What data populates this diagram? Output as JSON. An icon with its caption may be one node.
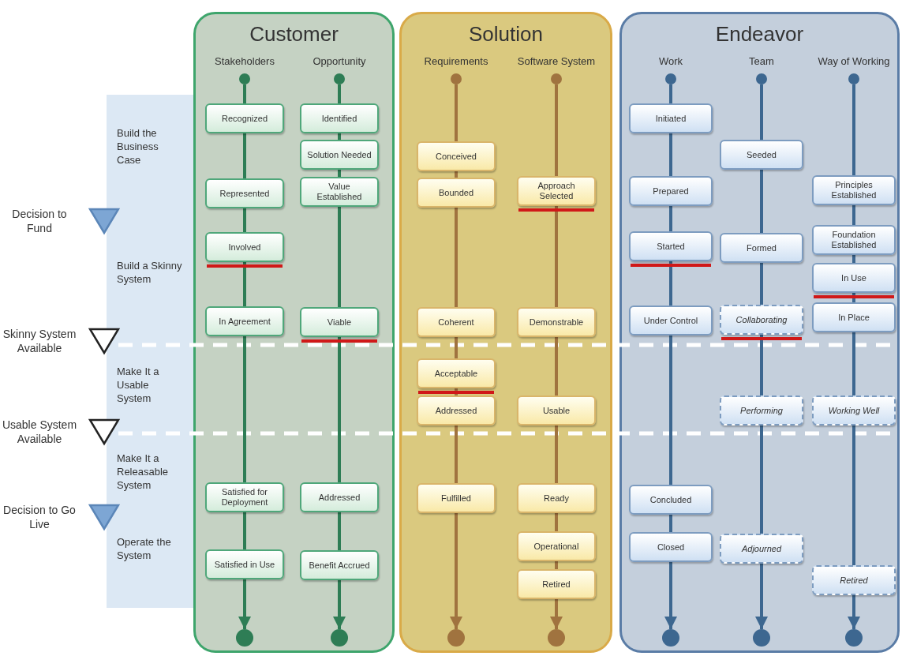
{
  "diagram": {
    "nodes": [
      {
        "text": [
          "Customer"
        ]
      },
      {
        "text": [
          "Solution"
        ]
      },
      {
        "text": [
          "Endeavor"
        ]
      },
      {
        "text": [],
        "shape": "circle",
        "in": 0,
        "beside": [
          "Stakeholders"
        ]
      },
      {
        "text": [
          "Recognized"
        ],
        "in": 0
      },
      {
        "text": [
          "Represented"
        ],
        "in": 0
      },
      {
        "text": [
          "Involved"
        ],
        "in": 0
      },
      {
        "text": [
          "In Agreement"
        ],
        "in": 0
      },
      {
        "text": [
          "Satisfied for Deployment"
        ],
        "in": 0
      },
      {
        "text": [
          "Satisfied in Use"
        ],
        "in": 0
      },
      {
        "text": [],
        "shape": "circle",
        "in": 0
      },
      {
        "text": [],
        "shape": "circle",
        "in": 0,
        "beside": [
          "Opportunity"
        ]
      },
      {
        "text": [
          "Identified"
        ],
        "in": 0
      },
      {
        "text": [
          "Solution Needed"
        ],
        "in": 0
      },
      {
        "text": [
          "Value Established"
        ],
        "in": 0
      },
      {
        "text": [
          "Viable"
        ],
        "in": 0
      },
      {
        "text": [
          "Addressed"
        ],
        "in": 0
      },
      {
        "text": [
          "Benefit Accrued"
        ],
        "in": 0
      },
      {
        "text": [],
        "shape": "circle",
        "in": 0
      },
      {
        "text": [],
        "shape": "circle",
        "in": 1,
        "beside": [
          "Requirements"
        ]
      },
      {
        "text": [
          "Conceived"
        ],
        "in": 1
      },
      {
        "text": [
          "Bounded"
        ],
        "in": 1
      },
      {
        "text": [
          "Coherent"
        ],
        "in": 1
      },
      {
        "text": [
          "Acceptable"
        ],
        "in": 1
      },
      {
        "text": [
          "Addressed"
        ],
        "in": 1
      },
      {
        "text": [
          "Fulfilled"
        ],
        "in": 1
      },
      {
        "text": [],
        "shape": "circle",
        "in": 1
      },
      {
        "text": [],
        "shape": "circle",
        "in": 1,
        "beside": [
          "Software System"
        ]
      },
      {
        "text": [
          "Approach Selected"
        ],
        "in": 1
      },
      {
        "text": [
          "Demonstrable"
        ],
        "in": 1
      },
      {
        "text": [
          "Usable"
        ],
        "in": 1
      },
      {
        "text": [
          "Ready"
        ],
        "in": 1
      },
      {
        "text": [
          "Operational"
        ],
        "in": 1
      },
      {
        "text": [
          "Retired"
        ],
        "in": 1
      },
      {
        "text": [],
        "shape": "circle",
        "in": 1
      },
      {
        "text": [],
        "shape": "circle",
        "in": 2,
        "beside": [
          "Work"
        ]
      },
      {
        "text": [
          "Initiated"
        ],
        "in": 2
      },
      {
        "text": [
          "Prepared"
        ],
        "in": 2
      },
      {
        "text": [
          "Started"
        ],
        "in": 2
      },
      {
        "text": [
          "Under Control"
        ],
        "in": 2
      },
      {
        "text": [
          "Concluded"
        ],
        "in": 2
      },
      {
        "text": [
          "Closed"
        ],
        "in": 2
      },
      {
        "text": [],
        "shape": "circle",
        "in": 2
      },
      {
        "text": [],
        "shape": "circle",
        "in": 2,
        "beside": [
          "Team"
        ]
      },
      {
        "text": [
          "Seeded"
        ],
        "in": 2
      },
      {
        "text": [
          "Formed"
        ],
        "in": 2
      },
      {
        "text": [
          "Collaborating"
        ],
        "in": 2
      },
      {
        "text": [
          "Performing"
        ],
        "in": 2
      },
      {
        "text": [
          "Adjourned"
        ],
        "in": 2
      },
      {
        "text": [],
        "shape": "circle",
        "in": 2
      },
      {
        "text": [],
        "shape": "circle",
        "in": 2,
        "beside": [
          "Way of Working"
        ]
      },
      {
        "text": [
          "Principles Established"
        ],
        "in": 2
      },
      {
        "text": [
          "Foundation Established"
        ],
        "in": 2
      },
      {
        "text": [
          "In Use"
        ],
        "in": 2
      },
      {
        "text": [
          "In Place"
        ],
        "in": 2
      },
      {
        "text": [
          "Working Well"
        ],
        "in": 2
      },
      {
        "text": [
          "Retired"
        ],
        "in": 2
      },
      {
        "text": [],
        "shape": "circle",
        "in": 2
      },
      {
        "text": [],
        "shape": "triangle",
        "beside": [
          "Decision to Fund"
        ]
      },
      {
        "text": [],
        "shape": "triangle",
        "beside": [
          "Skinny System Available"
        ]
      },
      {
        "text": [],
        "shape": "triangle",
        "beside": [
          "Usable System Available"
        ]
      },
      {
        "text": [],
        "shape": "triangle",
        "beside": [
          "Decision to Go Live"
        ]
      }
    ],
    "edges": [
      {
        "from": 3,
        "to": 4,
        "arrow": "none",
        "color": "#2e7d55"
      },
      {
        "from": 4,
        "to": 5,
        "arrow": "none",
        "color": "#2e7d55"
      },
      {
        "from": 5,
        "to": 6,
        "arrow": "none",
        "color": "#2e7d55"
      },
      {
        "from": 6,
        "to": 7,
        "arrow": "none",
        "color": "#2e7d55"
      },
      {
        "from": 7,
        "to": 8,
        "arrow": "none",
        "color": "#2e7d55"
      },
      {
        "from": 8,
        "to": 9,
        "arrow": "none",
        "color": "#2e7d55"
      },
      {
        "from": 9,
        "to": 10,
        "arrow": "to",
        "color": "#2e7d55"
      },
      {
        "from": 11,
        "to": 12,
        "arrow": "none",
        "color": "#2e7d55"
      },
      {
        "from": 12,
        "to": 13,
        "arrow": "none",
        "color": "#2e7d55"
      },
      {
        "from": 13,
        "to": 14,
        "arrow": "none",
        "color": "#2e7d55"
      },
      {
        "from": 14,
        "to": 15,
        "arrow": "none",
        "color": "#2e7d55"
      },
      {
        "from": 15,
        "to": 16,
        "arrow": "none",
        "color": "#2e7d55"
      },
      {
        "from": 16,
        "to": 17,
        "arrow": "none",
        "color": "#2e7d55"
      },
      {
        "from": 17,
        "to": 18,
        "arrow": "to",
        "color": "#2e7d55"
      },
      {
        "from": 19,
        "to": 20,
        "arrow": "none",
        "color": "#a0733f"
      },
      {
        "from": 20,
        "to": 21,
        "arrow": "none",
        "color": "#a0733f"
      },
      {
        "from": 21,
        "to": 22,
        "arrow": "none",
        "color": "#a0733f"
      },
      {
        "from": 22,
        "to": 23,
        "arrow": "none",
        "color": "#a0733f"
      },
      {
        "from": 23,
        "to": 24,
        "arrow": "none",
        "color": "#a0733f"
      },
      {
        "from": 24,
        "to": 25,
        "arrow": "none",
        "color": "#a0733f"
      },
      {
        "from": 25,
        "to": 26,
        "arrow": "to",
        "color": "#a0733f"
      },
      {
        "from": 27,
        "to": 28,
        "arrow": "none",
        "color": "#a0733f"
      },
      {
        "from": 28,
        "to": 29,
        "arrow": "none",
        "color": "#a0733f"
      },
      {
        "from": 29,
        "to": 30,
        "arrow": "none",
        "color": "#a0733f"
      },
      {
        "from": 30,
        "to": 31,
        "arrow": "none",
        "color": "#a0733f"
      },
      {
        "from": 31,
        "to": 32,
        "arrow": "none",
        "color": "#a0733f"
      },
      {
        "from": 32,
        "to": 33,
        "arrow": "none",
        "color": "#a0733f"
      },
      {
        "from": 33,
        "to": 34,
        "arrow": "to",
        "color": "#a0733f"
      },
      {
        "from": 35,
        "to": 36,
        "arrow": "none"
      },
      {
        "from": 36,
        "to": 37,
        "arrow": "none"
      },
      {
        "from": 37,
        "to": 38,
        "arrow": "none"
      },
      {
        "from": 38,
        "to": 39,
        "arrow": "none"
      },
      {
        "from": 39,
        "to": 40,
        "arrow": "none"
      },
      {
        "from": 40,
        "to": 41,
        "arrow": "none"
      },
      {
        "from": 41,
        "to": 42,
        "arrow": "to"
      },
      {
        "from": 43,
        "to": 44,
        "arrow": "none"
      },
      {
        "from": 44,
        "to": 45,
        "arrow": "none"
      },
      {
        "from": 45,
        "to": 46,
        "arrow": "none"
      },
      {
        "from": 46,
        "to": 47,
        "arrow": "none"
      },
      {
        "from": 47,
        "to": 48,
        "arrow": "none"
      },
      {
        "from": 48,
        "to": 49,
        "arrow": "to"
      },
      {
        "from": 50,
        "to": 51,
        "arrow": "none"
      },
      {
        "from": 51,
        "to": 52,
        "arrow": "none"
      },
      {
        "from": 52,
        "to": 53,
        "arrow": "none"
      },
      {
        "from": 53,
        "to": 54,
        "arrow": "none"
      },
      {
        "from": 54,
        "to": 55,
        "arrow": "none"
      },
      {
        "from": 55,
        "to": 56,
        "arrow": "none"
      },
      {
        "from": 56,
        "to": 57,
        "arrow": "to"
      }
    ],
    "labels": [
      "Build the Business Case",
      "Build a Skinny System",
      "Make It a Usable System",
      "Make It a Releasable System",
      "Operate the System"
    ]
  }
}
